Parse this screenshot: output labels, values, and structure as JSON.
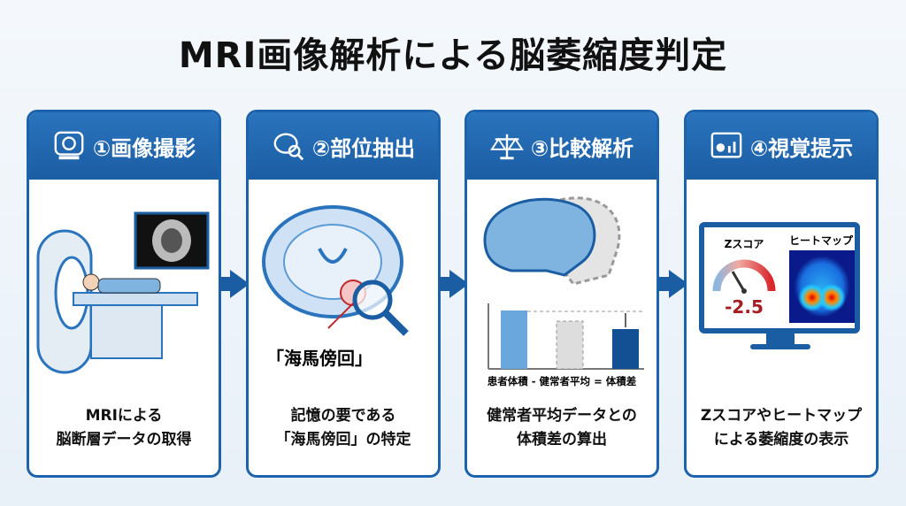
{
  "title": "MRI画像解析による脳萎縮度判定",
  "steps": [
    {
      "label": "①画像撮影",
      "icon": "mri-scanner-icon",
      "caption": [
        "MRIによる",
        "脳断層データの取得"
      ]
    },
    {
      "label": "②部位抽出",
      "icon": "brain-search-icon",
      "callout": "「海馬傍回」",
      "caption": [
        "記憶の要である",
        "「海馬傍回」の特定"
      ]
    },
    {
      "label": "③比較解析",
      "icon": "balance-scale-icon",
      "formula": "患者体積 - 健常者平均 = 体積差",
      "caption": [
        "健常者平均データとの",
        "体積差の算出"
      ]
    },
    {
      "label": "④視覚提示",
      "icon": "dashboard-icon",
      "zscore_label": "Zスコア",
      "zscore_value": "-2.5",
      "heatmap_label": "ヒートマップ",
      "caption": [
        "Zスコアやヒートマップ",
        "による萎縮度の表示"
      ]
    }
  ],
  "colors": {
    "primary": "#1b5da3",
    "accent_red": "#c0282d"
  }
}
